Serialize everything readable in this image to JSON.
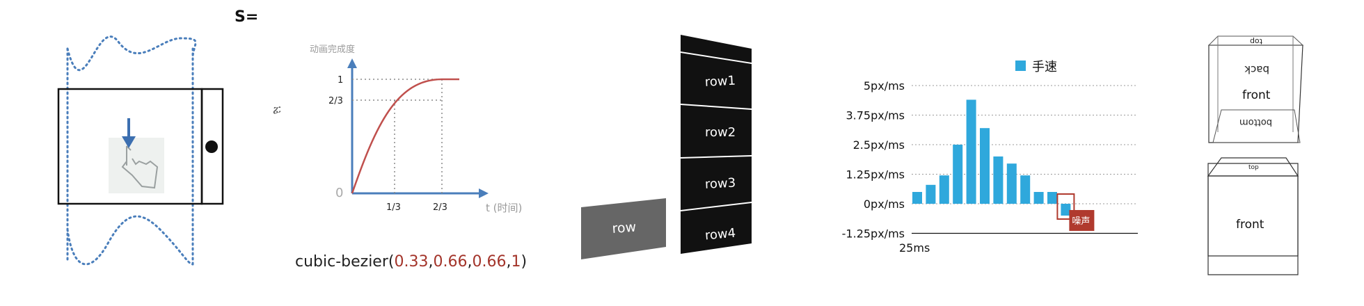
{
  "scroll_diagram": {
    "s_label": "S=",
    "stray_mark": "ፚ"
  },
  "bezier": {
    "y_axis_label": "动画完成度",
    "x_axis_label": "t (时间)",
    "y_ticks": [
      "1",
      "2/3",
      "0"
    ],
    "x_ticks": [
      "1/3",
      "2/3"
    ],
    "caption_prefix": "cubic-bezier(",
    "caption_values": [
      "0.33",
      "0.66",
      "0.66",
      "1"
    ],
    "caption_suffix": ")",
    "curve_color": "#c0504d",
    "axis_color": "#4a7ebb"
  },
  "rows_3d": {
    "row_labels": [
      "row1",
      "row2",
      "row3",
      "row4"
    ],
    "single_row_label": "row"
  },
  "hand_speed_chart": {
    "accent": "#2fa8dc",
    "noise_color": "#b03a2e",
    "noise_label": "噪声"
  },
  "cube": {
    "open_cube_faces": [
      "top",
      "back",
      "front",
      "bottom"
    ],
    "closed_cube_faces": [
      "top",
      "front"
    ]
  },
  "chart_data": {
    "type": "bar",
    "title": "",
    "legend": [
      "手速"
    ],
    "series": [
      {
        "name": "手速",
        "values": [
          0.5,
          0.8,
          1.2,
          2.5,
          4.4,
          3.2,
          2.0,
          1.7,
          1.2,
          0.5,
          0.5,
          -0.5
        ]
      }
    ],
    "y_ticks": [
      "5px/ms",
      "3.75px/ms",
      "2.5px/ms",
      "1.25px/ms",
      "0px/ms",
      "-1.25px/ms"
    ],
    "x_tick_labels": [
      "25ms"
    ],
    "ylim": [
      -1.25,
      5
    ],
    "grid": true,
    "legend_position": "top",
    "annotation": "噪声"
  }
}
